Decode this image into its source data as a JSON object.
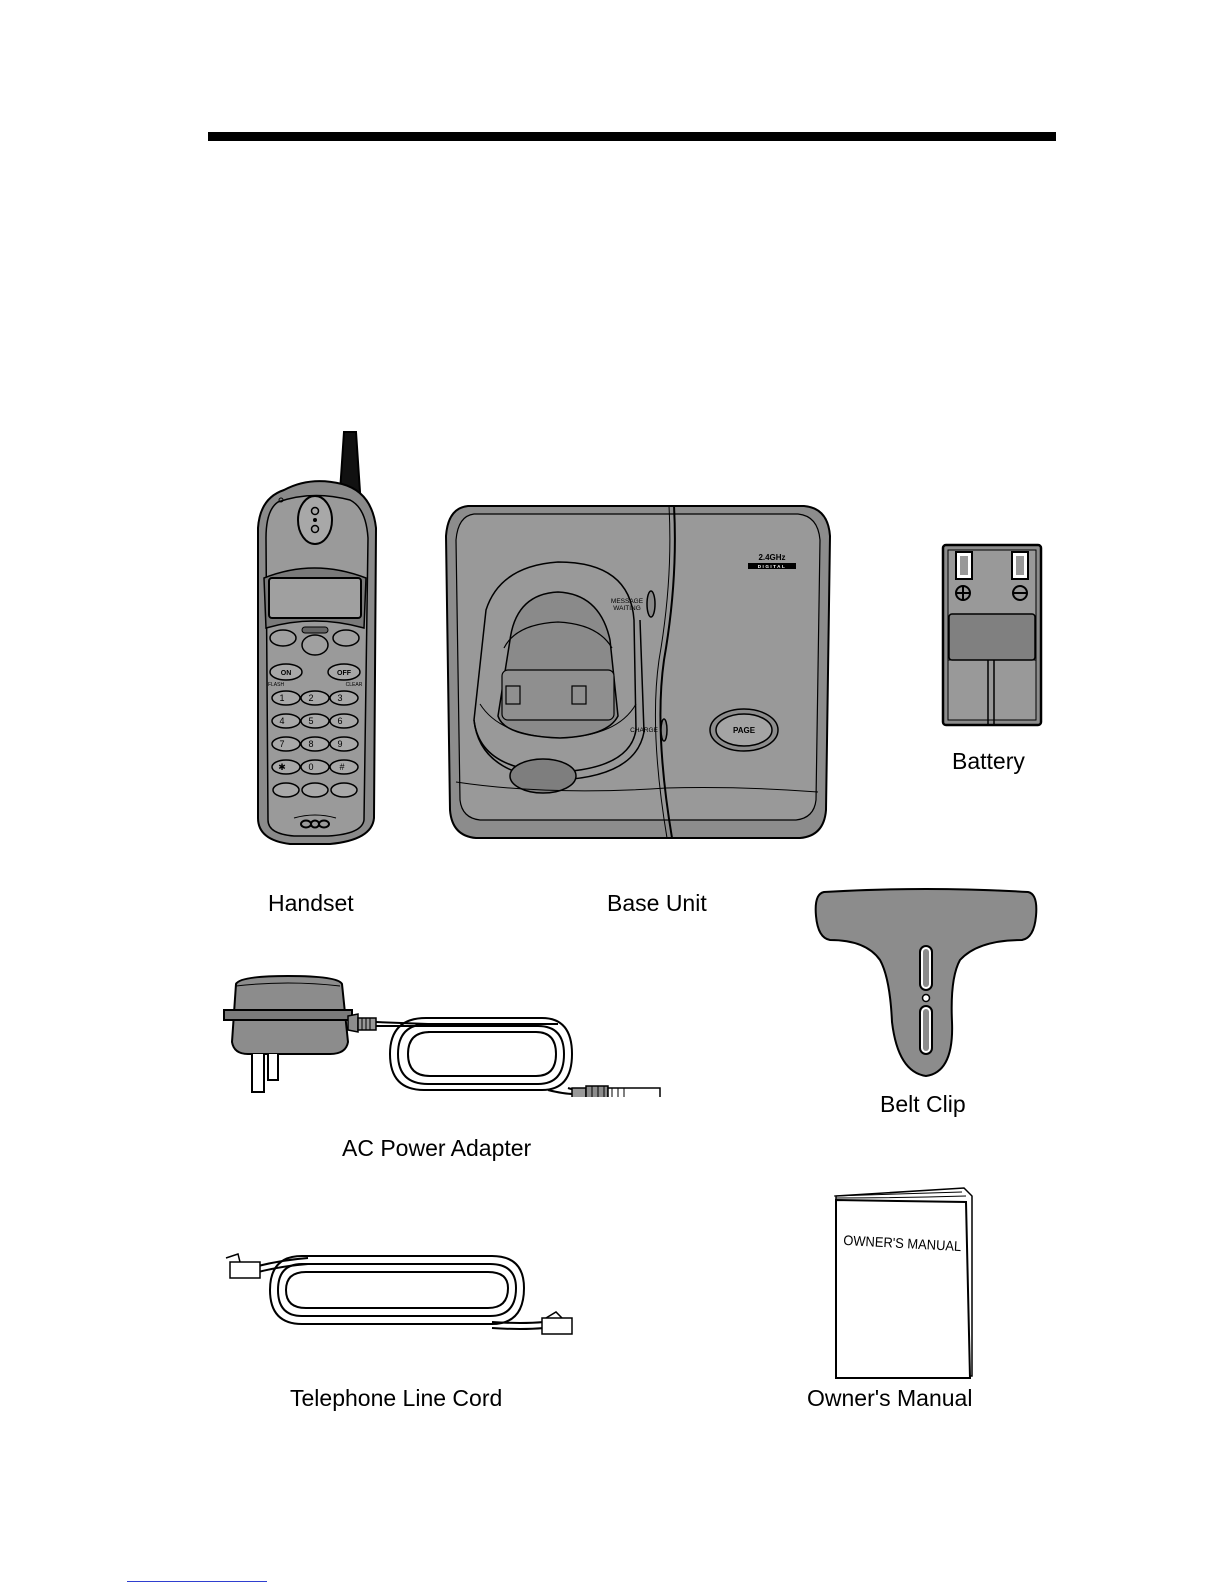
{
  "items": {
    "handset": {
      "label": "Handset",
      "keys": {
        "on": "ON",
        "off": "OFF",
        "flash": "FLASH",
        "clear": "CLEAR",
        "k1": "1",
        "k2": "2",
        "k3": "3",
        "k4": "4",
        "k5": "5",
        "k6": "6",
        "k7": "7",
        "k8": "8",
        "k9": "9",
        "star": "✱",
        "zero": "0",
        "hash": "#"
      }
    },
    "base_unit": {
      "label": "Base Unit",
      "message_waiting_line1": "MESSAGE",
      "message_waiting_line2": "WAITING",
      "charge": "CHARGE",
      "page": "PAGE",
      "badge_line1": "2.4GHz",
      "badge_line2": "DIGITAL"
    },
    "battery": {
      "label": "Battery"
    },
    "belt_clip": {
      "label": "Belt Clip"
    },
    "ac_adapter": {
      "label": "AC Power Adapter"
    },
    "line_cord": {
      "label": "Telephone Line Cord"
    },
    "manual": {
      "label": "Owner's Manual",
      "cover_text": "OWNER'S MANUAL"
    }
  }
}
